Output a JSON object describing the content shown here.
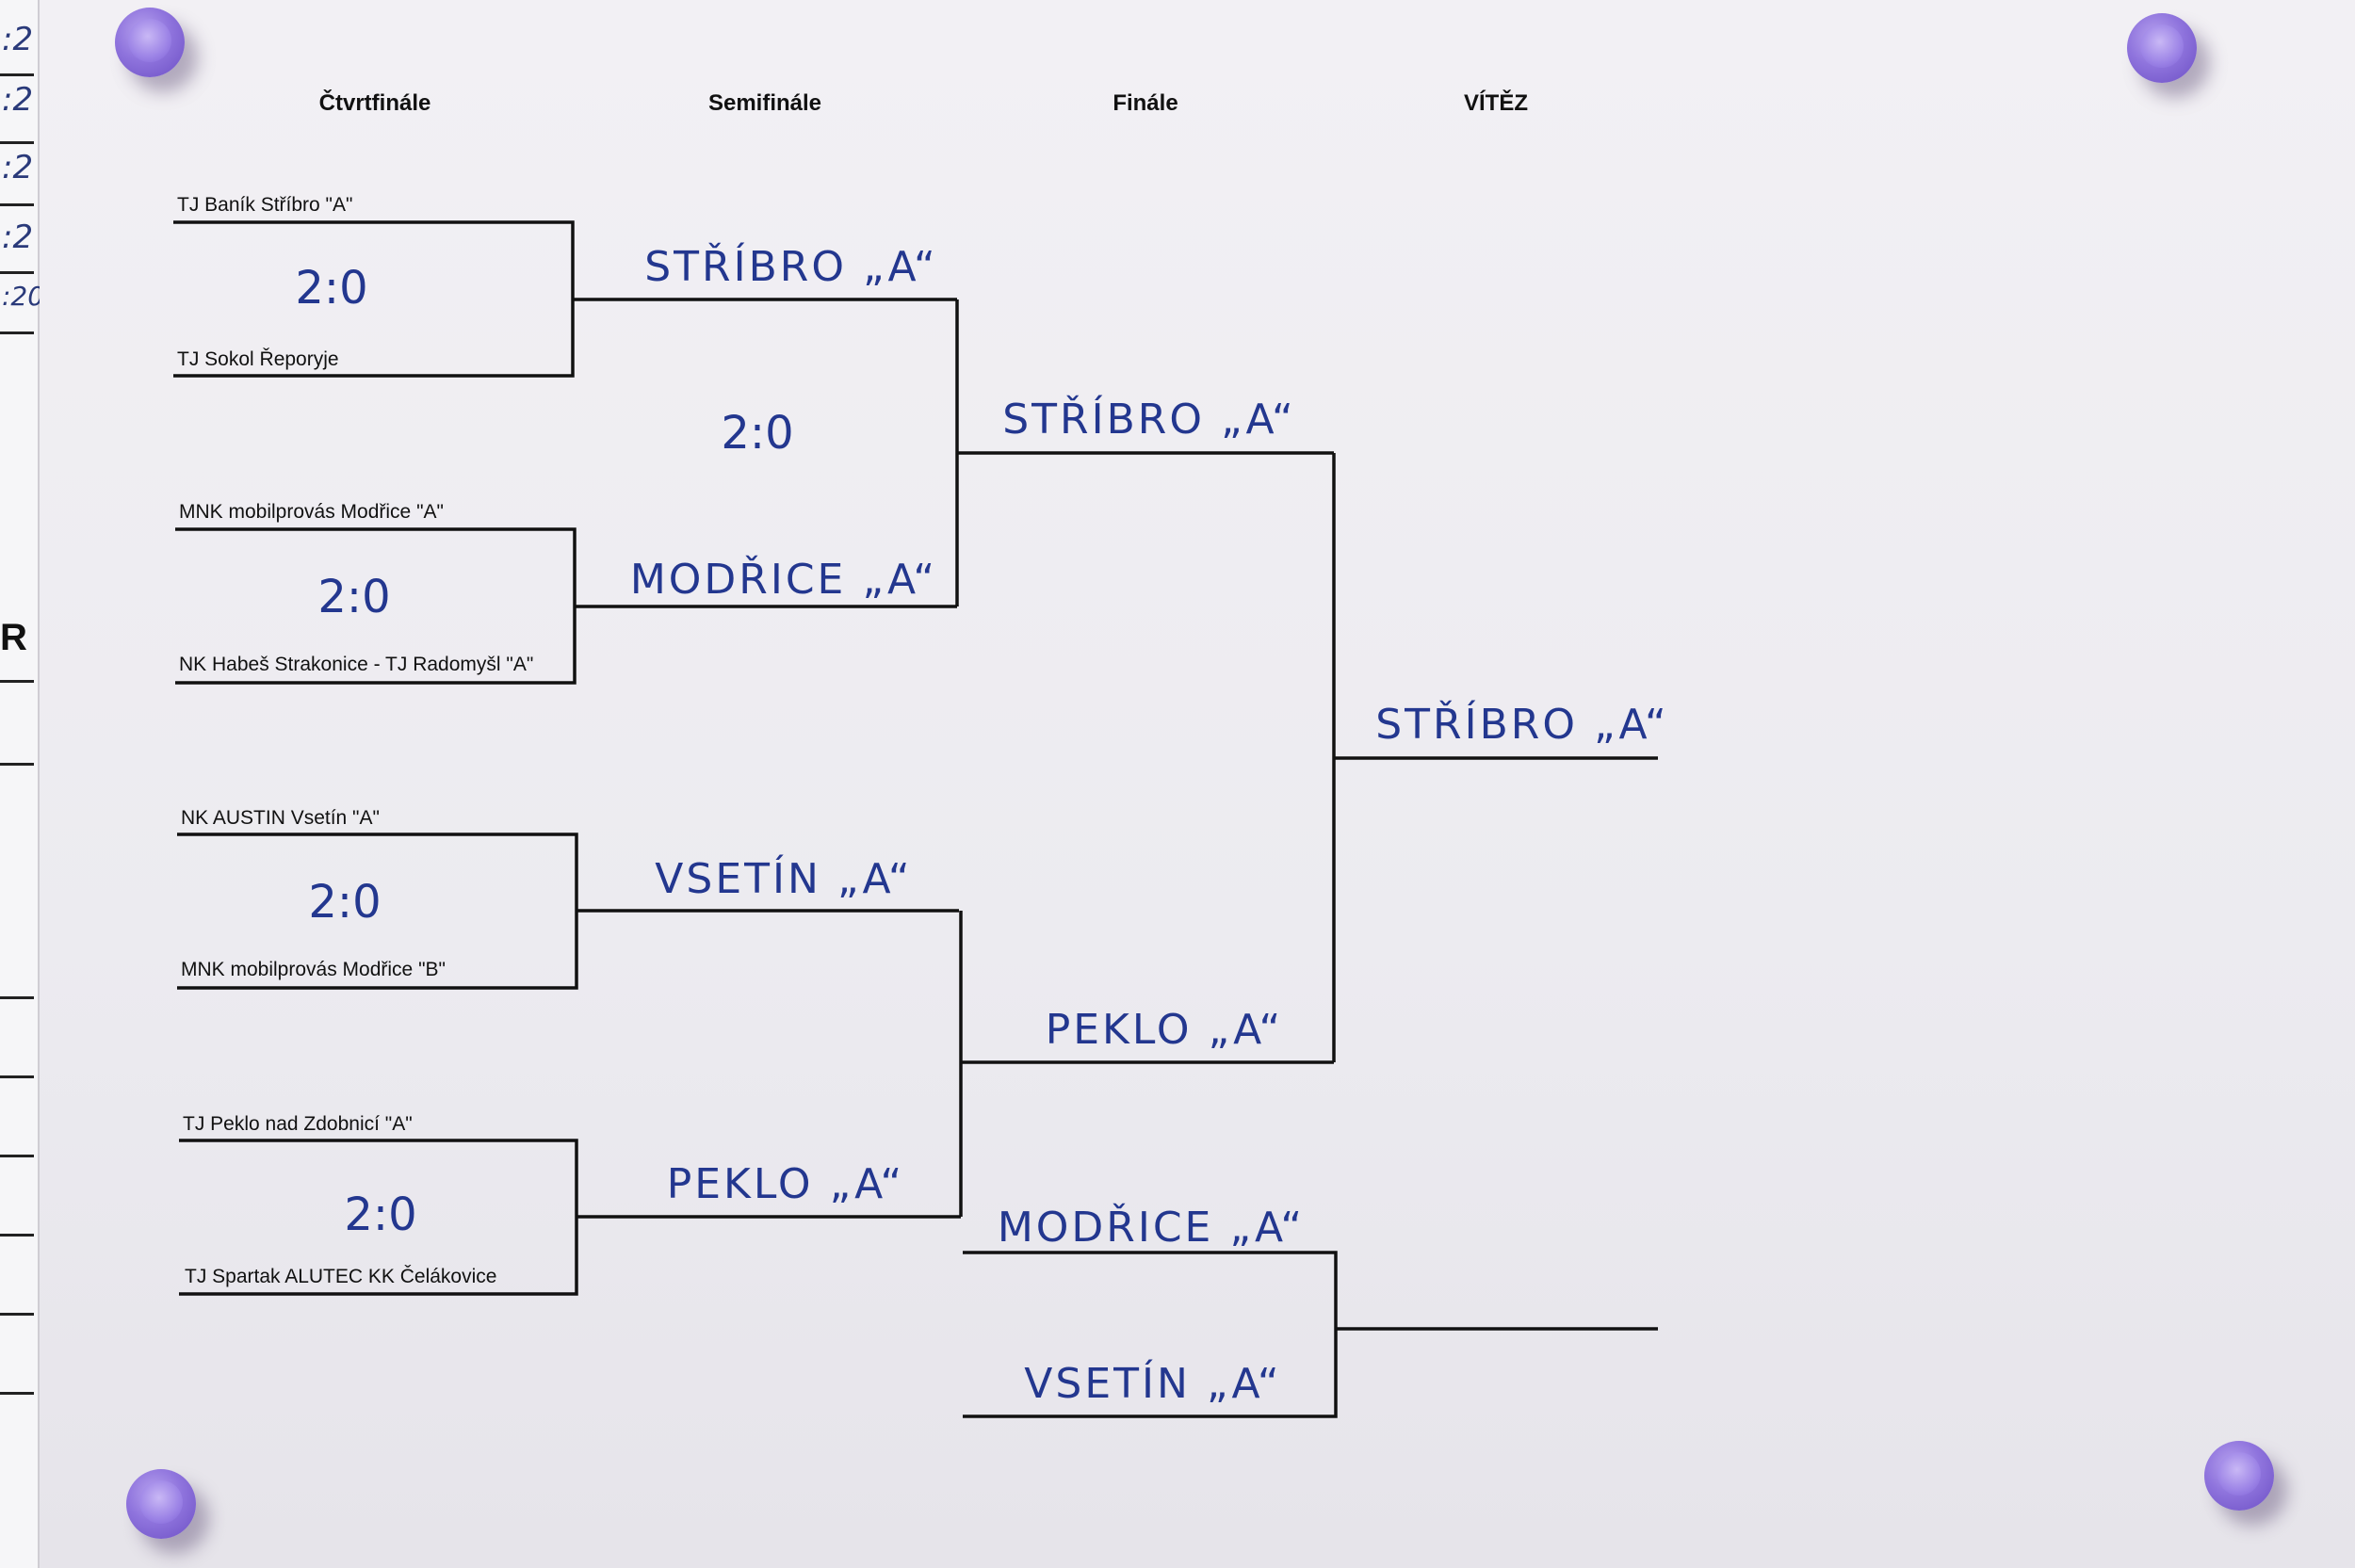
{
  "left_strip": {
    "scores": [
      ":2",
      ":2",
      ":2",
      ":2",
      ":20"
    ],
    "letter": "R"
  },
  "headers": {
    "quarterfinal": "Čtvrtfinále",
    "semifinal": "Semifinále",
    "final": "Finále",
    "winner": "VÍTĚZ"
  },
  "quarterfinals": [
    {
      "team_top": "TJ Baník Stříbro \"A\"",
      "team_bottom": "TJ Sokol Řeporyje",
      "score": "2:0"
    },
    {
      "team_top": "MNK mobilprovás Modřice \"A\"",
      "team_bottom": "NK Habeš Strakonice - TJ Radomyšl \"A\"",
      "score": "2:0"
    },
    {
      "team_top": "NK AUSTIN Vsetín \"A\"",
      "team_bottom": "MNK mobilprovás Modřice \"B\"",
      "score": "2:0"
    },
    {
      "team_top": "TJ Peklo nad Zdobnicí \"A\"",
      "team_bottom": "TJ Spartak ALUTEC KK Čelákovice",
      "score": "2:0"
    }
  ],
  "semifinals": [
    {
      "team_top": "STŘÍBRO „A“",
      "team_bottom": "MODŘICE „A“",
      "score": "2:0"
    },
    {
      "team_top": "VSETÍN „A“",
      "team_bottom": "PEKLO „A“"
    }
  ],
  "final": {
    "team_top": "STŘÍBRO „A“",
    "team_bottom": "PEKLO „A“"
  },
  "third_place": {
    "team_top": "MODŘICE „A“",
    "team_bottom": "VSETÍN „A“"
  },
  "winner": "STŘÍBRO „A“",
  "colors": {
    "ink": "#23378f",
    "pin": "#8f74dd"
  }
}
